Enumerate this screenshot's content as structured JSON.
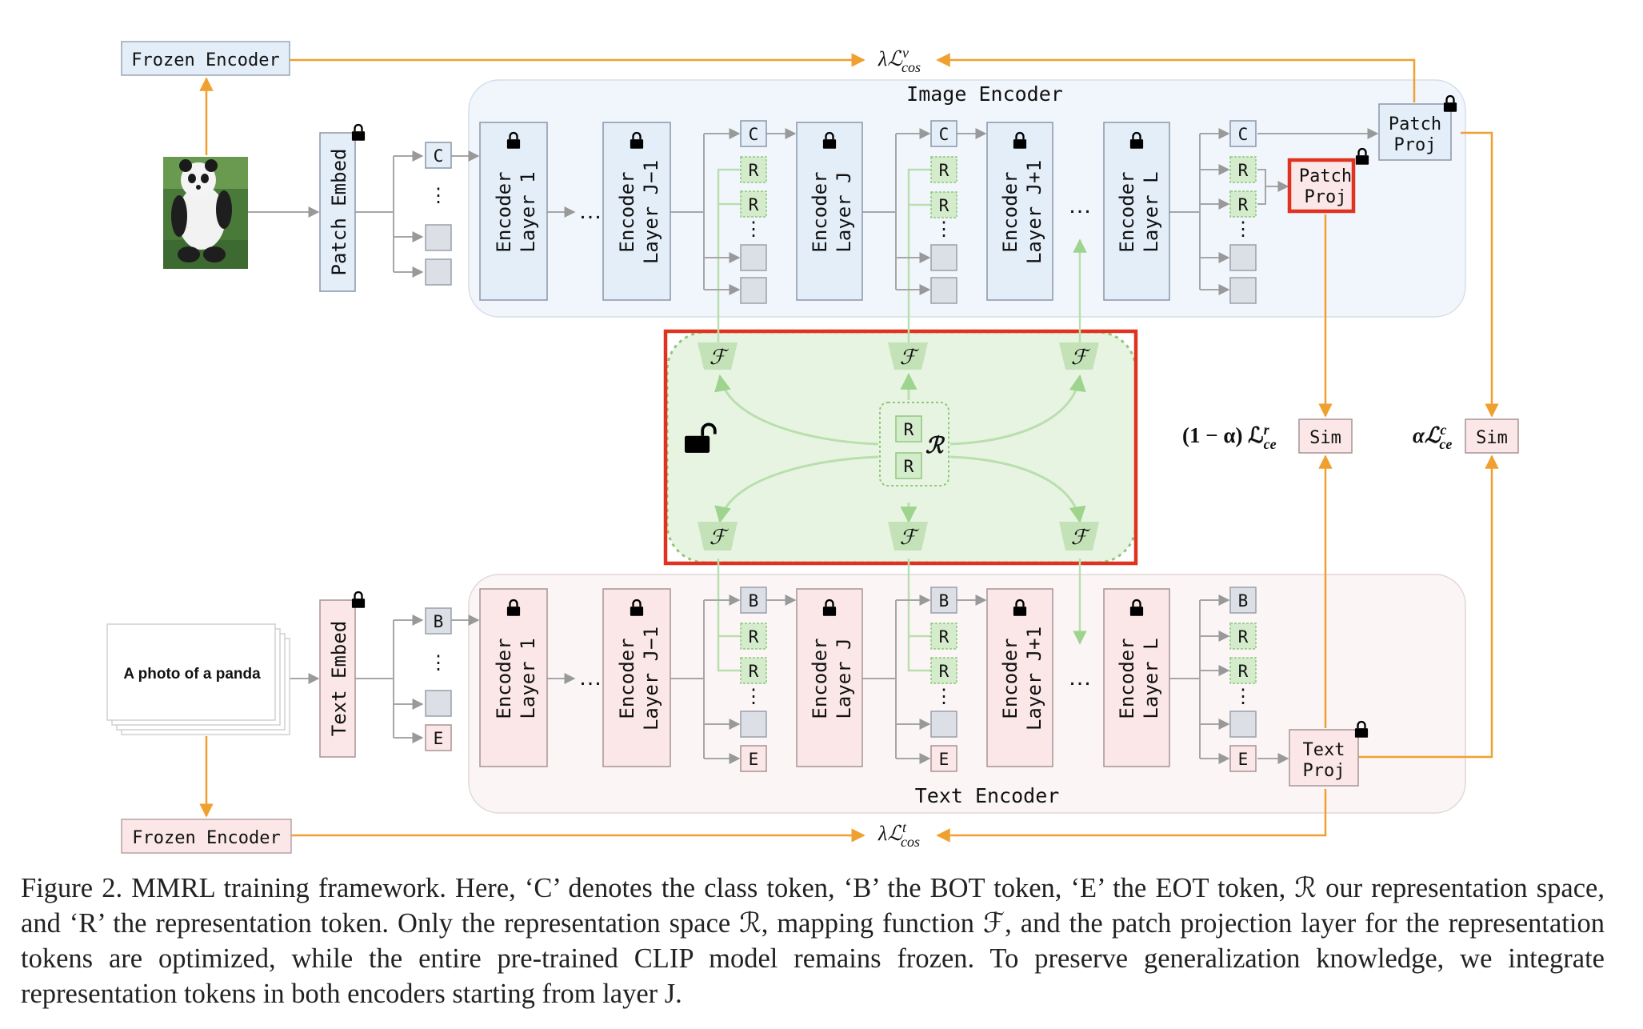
{
  "labels": {
    "frozen_encoder_top": "Frozen Encoder",
    "frozen_encoder_bottom": "Frozen Encoder",
    "image_encoder": "Image Encoder",
    "text_encoder": "Text Encoder",
    "patch_embed": "Patch Embed",
    "text_embed": "Text Embed",
    "encoder": "Encoder",
    "layer_1": "Layer 1",
    "layer_j_minus_1": "Layer J−1",
    "layer_j": "Layer J",
    "layer_j_plus_1": "Layer J+1",
    "layer_l": "Layer L",
    "patch": "Patch",
    "proj": "Proj",
    "text": "Text",
    "sim": "Sim",
    "photo_text": "A photo of a panda",
    "loss_cos_v": "λℒ",
    "loss_cos_v_sup": "v",
    "loss_cos_v_sub": "cos",
    "loss_cos_t": "λℒ",
    "loss_cos_t_sup": "t",
    "loss_cos_t_sub": "cos",
    "loss_ce_r": "(1 − α) ℒ",
    "loss_ce_r_sup": "r",
    "loss_ce_r_sub": "ce",
    "loss_ce_c": "αℒ",
    "loss_ce_c_sup": "c",
    "loss_ce_c_sub": "ce",
    "token_c": "C",
    "token_b": "B",
    "token_e": "E",
    "token_r": "R",
    "mapping_f": "ℱ",
    "rep_space": "ℛ",
    "ellipsis_h": "…",
    "ellipsis_v": "⋮"
  },
  "caption": "Figure 2. MMRL training framework. Here, ‘C’ denotes the class token, ‘B’ the BOT token, ‘E’ the EOT token, ℛ our representation space, and ‘R’ the representation token. Only the representation space ℛ, mapping function ℱ, and the patch projection layer for the representation tokens are optimized, while the entire pre-trained CLIP model remains frozen. To preserve generalization knowledge, we integrate representation tokens in both encoders starting from layer J.",
  "colors": {
    "orange": "#f0a030",
    "image_fill": "#e3eef9",
    "image_group": "#f1f6fd",
    "text_fill": "#fbe7e8",
    "text_group": "#fbf5f6",
    "green_fill": "#d4ebcc",
    "green_stroke": "#8ec97b",
    "highlight_red": "#e0321e",
    "gray_token": "#dcdfe5"
  }
}
